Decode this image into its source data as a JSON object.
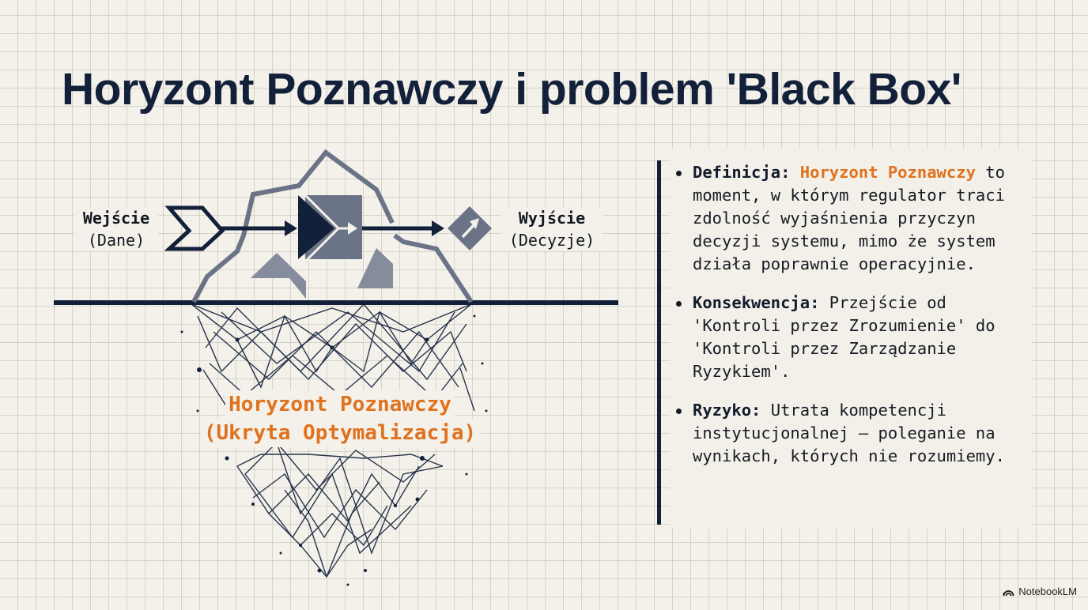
{
  "slide": {
    "title": "Horyzont Poznawczy i problem 'Black Box'"
  },
  "diagram": {
    "input_label": {
      "line1": "Wejście",
      "line2": "(Dane)"
    },
    "output_label": {
      "line1": "Wyjście",
      "line2": "(Decyzje)"
    },
    "hidden_label": {
      "line1": "Horyzont Poznawczy",
      "line2": "(Ukryta Optymalizacja)"
    },
    "colors": {
      "navy": "#13203a",
      "slate": "#6b7487",
      "slate_light": "#858c9b",
      "accent": "#e0711e"
    }
  },
  "bullets": [
    {
      "term": "Definicja:",
      "highlight": "Horyzont Poznawczy",
      "text": "to moment, w którym regulator traci zdolność wyjaśnienia przyczyn decyzji systemu, mimo że system działa poprawnie operacyjnie."
    },
    {
      "term": "Konsekwencja:",
      "text": "Przejście od 'Kontroli przez Zrozumienie' do 'Kontroli przez Zarządzanie Ryzykiem'."
    },
    {
      "term": "Ryzyko:",
      "text": "Utrata kompetencji instytucjonalnej – poleganie na wynikach, których nie rozumiemy."
    }
  ],
  "footer": {
    "brand": "NotebookLM"
  }
}
